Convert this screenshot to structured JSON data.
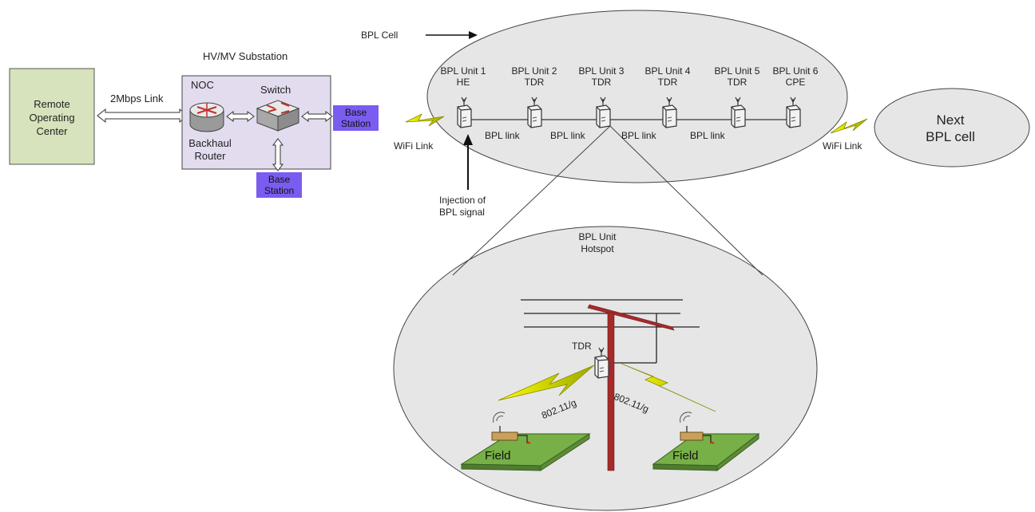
{
  "remote_center": {
    "label": "Remote\nOperating\nCenter"
  },
  "link_2mbps": "2Mbps Link",
  "substation": {
    "title": "HV/MV Substation",
    "noc": "NOC",
    "switch": "Switch",
    "router": "Backhaul\nRouter",
    "base_station_right": "Base\nStation",
    "base_station_bottom": "Base\nStation"
  },
  "bpl_cell_label": "BPL Cell",
  "units": [
    {
      "name": "BPL Unit 1",
      "type": "HE"
    },
    {
      "name": "BPL Unit 2",
      "type": "TDR"
    },
    {
      "name": "BPL Unit 3",
      "type": "TDR"
    },
    {
      "name": "BPL Unit 4",
      "type": "TDR"
    },
    {
      "name": "BPL Unit 5",
      "type": "TDR"
    },
    {
      "name": "BPL Unit 6",
      "type": "CPE"
    }
  ],
  "bpl_link": "BPL link",
  "wifi_link": "WiFi Link",
  "next_cell": "Next\nBPL cell",
  "injection": "Injection of\nBPL signal",
  "hotspot": {
    "title": "BPL Unit\nHotspot",
    "tdr": "TDR",
    "wifi_std": "802.11/g",
    "field": "Field"
  },
  "colors": {
    "roc_fill": "#d6e3bc",
    "substation_fill": "#e3dcef",
    "base_station": "#7b5cf0",
    "ellipse_fill": "#e6e6e6",
    "pole": "#a52a2a",
    "field_green": "#77b047",
    "lightning": "#ffff33"
  }
}
